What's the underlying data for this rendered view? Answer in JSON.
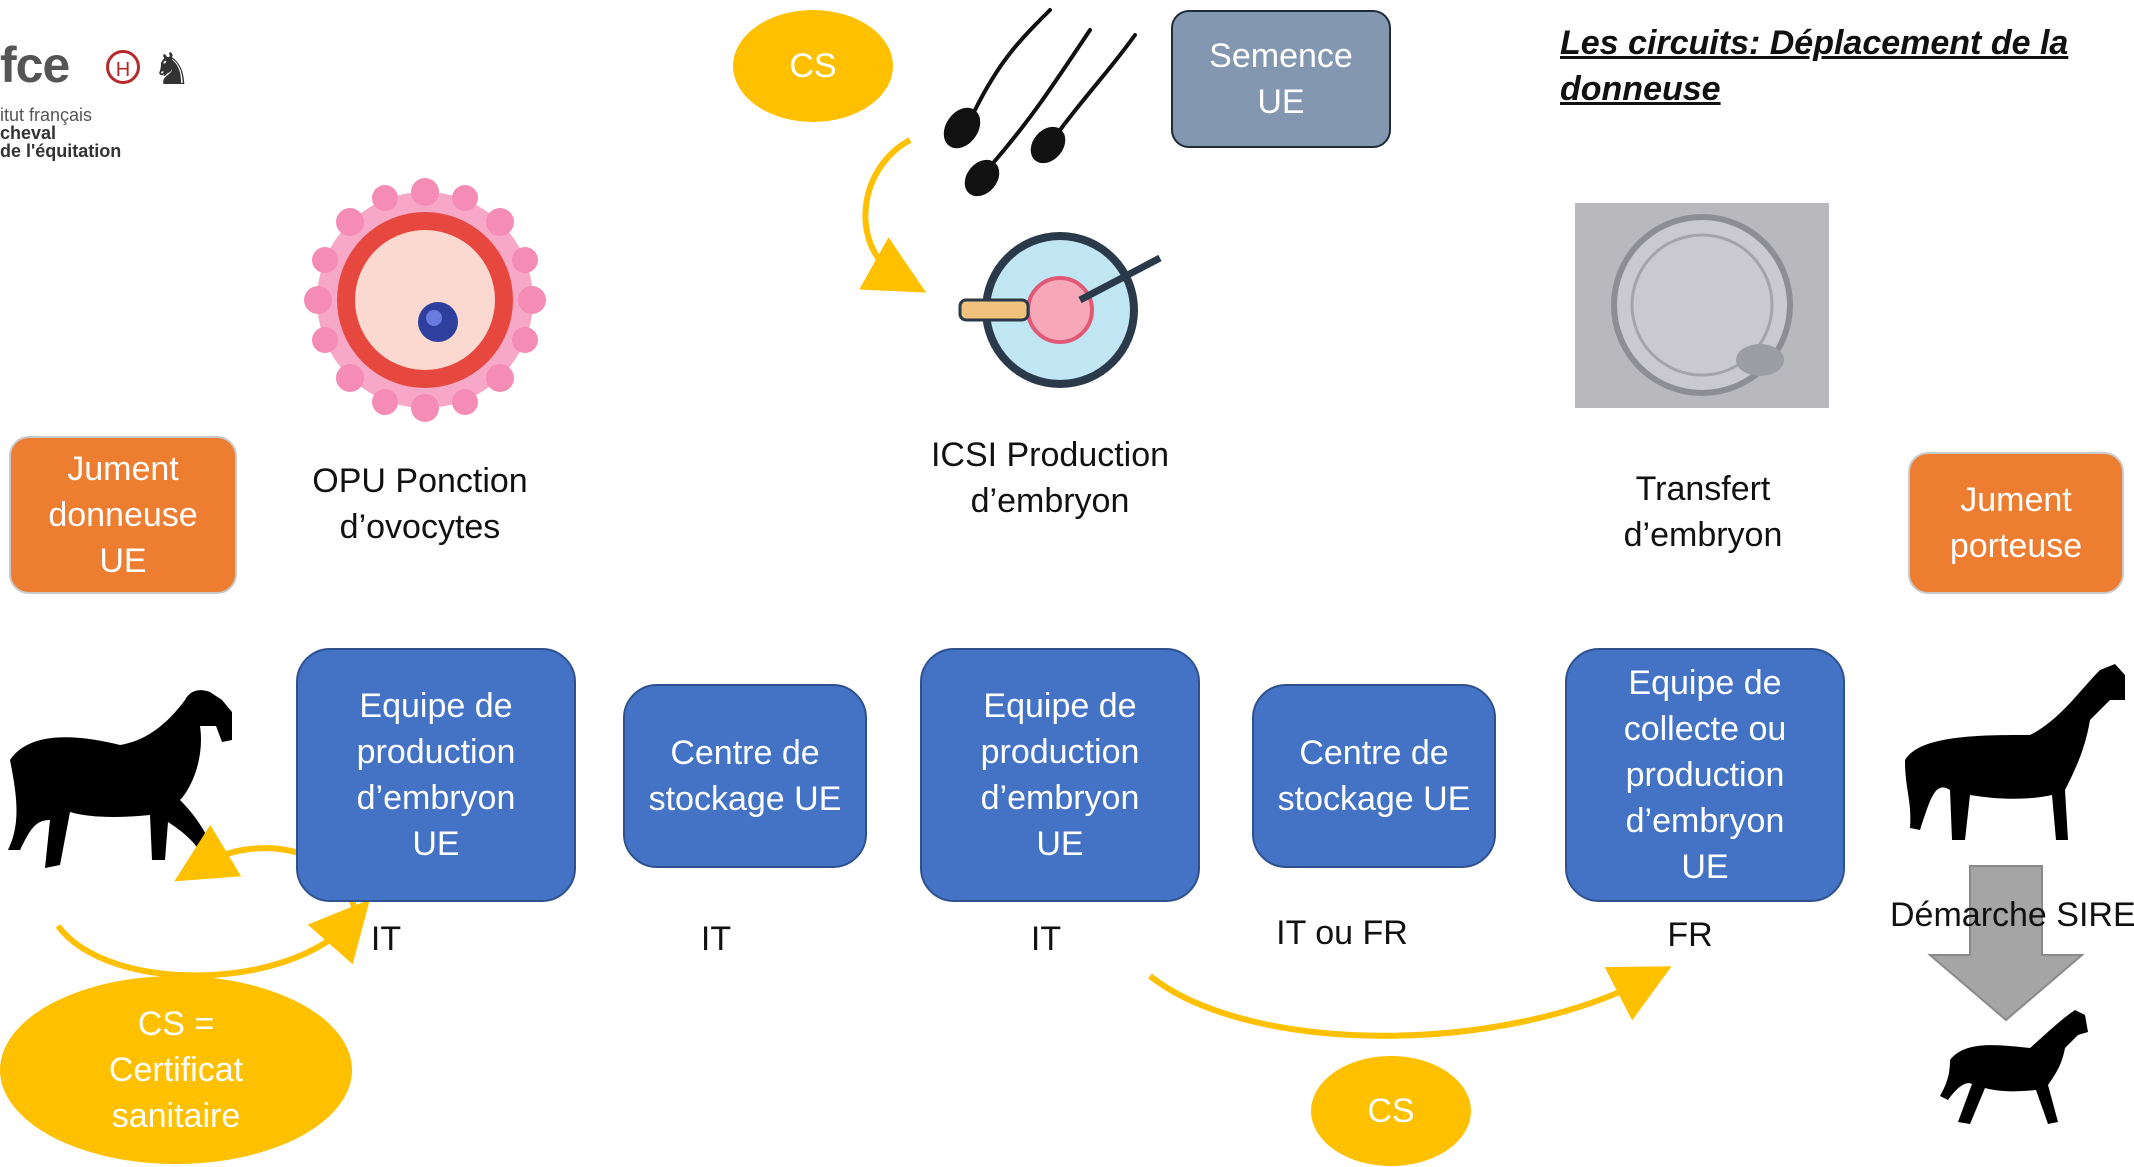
{
  "title": "Les circuits: Déplacement de la donneuse",
  "logo": {
    "mark": "fce",
    "line1": "itut français",
    "line2": "cheval",
    "line3": "de l'équitation"
  },
  "nodes": {
    "donneuse": "Jument donneuse UE",
    "porteuse": "Jument porteuse",
    "semence": "Semence UE",
    "equipe1": "Equipe de production d’embryon UE",
    "stockage1": "Centre de stockage UE",
    "equipe2": "Equipe de production d’embryon UE",
    "stockage2": "Centre de stockage UE",
    "equipe3": "Equipe de collecte ou production d’embryon UE"
  },
  "steps": {
    "opu": "OPU Ponction d’ovocytes",
    "icsi": "ICSI Production d’embryon",
    "transfert": "Transfert d’embryon",
    "sire": "Démarche SIRE"
  },
  "countries": {
    "c1": "IT",
    "c2": "IT",
    "c3": "IT",
    "c4": "IT ou FR",
    "c5": "FR"
  },
  "certificates": {
    "top": "CS",
    "legend": "CS = Certificat sanitaire",
    "bottom": "CS"
  },
  "colors": {
    "blue": "#4472c4",
    "orange": "#ed7d31",
    "yellow": "#ffc000",
    "grey": "#8497b0"
  }
}
